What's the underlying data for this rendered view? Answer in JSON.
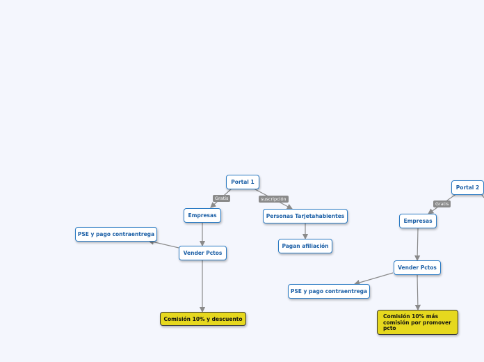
{
  "nodes": {
    "portal1": "Portal 1",
    "empresas1": "Empresas",
    "personas": "Personas Tarjetahabientes",
    "pagan": "Pagan afiliación",
    "vender1": "Vender Pctos",
    "pse1": "PSE y pago contraentrega",
    "comision1": "Comisión 10% y descuento",
    "portal2": "Portal 2",
    "empresas2": "Empresas",
    "vender2": "Vender Pctos",
    "pse2": "PSE y pago contraentrega",
    "comision2": "Comisión 10% más comisión por promover pcto"
  },
  "edge_labels": {
    "gratis1": "Gratis",
    "suscripcion": "suscripción",
    "gratis2": "Gratis"
  },
  "colors": {
    "node_border": "#2b7bc4",
    "node_text": "#1b5fa6",
    "highlight_fill": "#e6d81e",
    "edge": "#8a8a8a",
    "background": "#f4f6fd"
  }
}
